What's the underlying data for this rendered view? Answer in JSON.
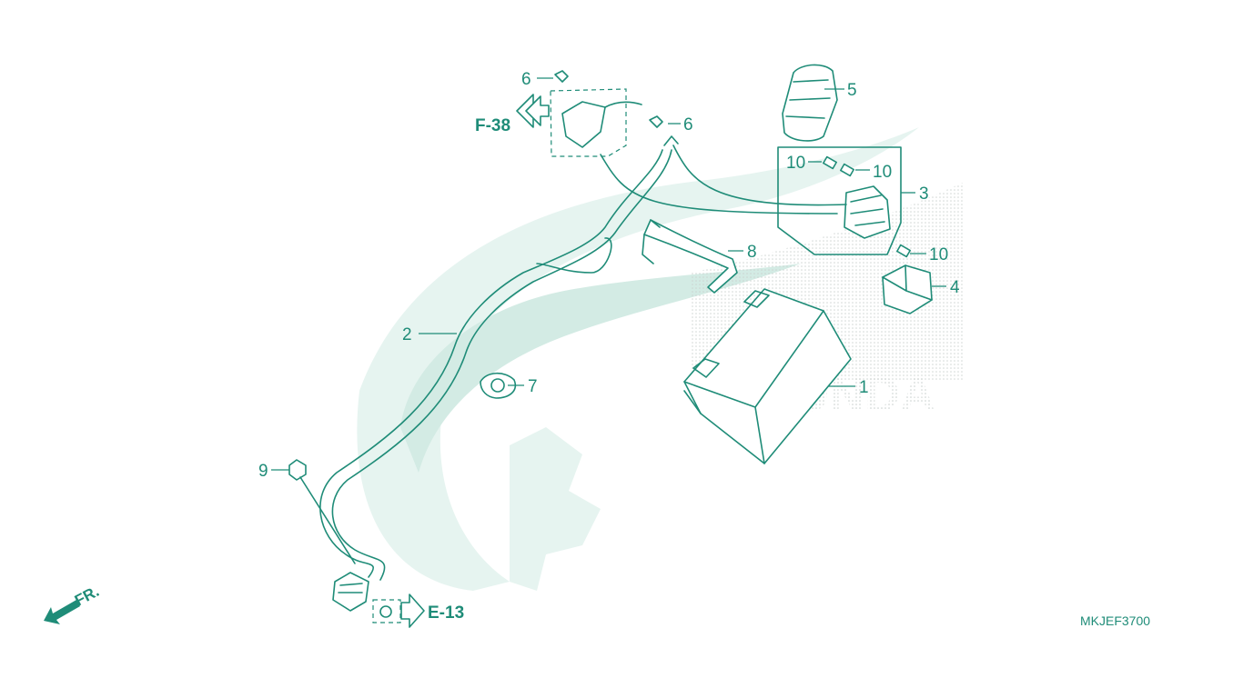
{
  "diagram": {
    "part_callouts": [
      "1",
      "2",
      "3",
      "4",
      "5",
      "6",
      "6",
      "7",
      "8",
      "9",
      "10",
      "10",
      "10"
    ],
    "reference_links": [
      "F-38",
      "E-13"
    ],
    "direction_label": "FR.",
    "drawing_code": "MKJEF3700",
    "watermark_text": "HONDA",
    "colors": {
      "line": "#1f8c78",
      "watermark": "#e6f4f0"
    }
  }
}
